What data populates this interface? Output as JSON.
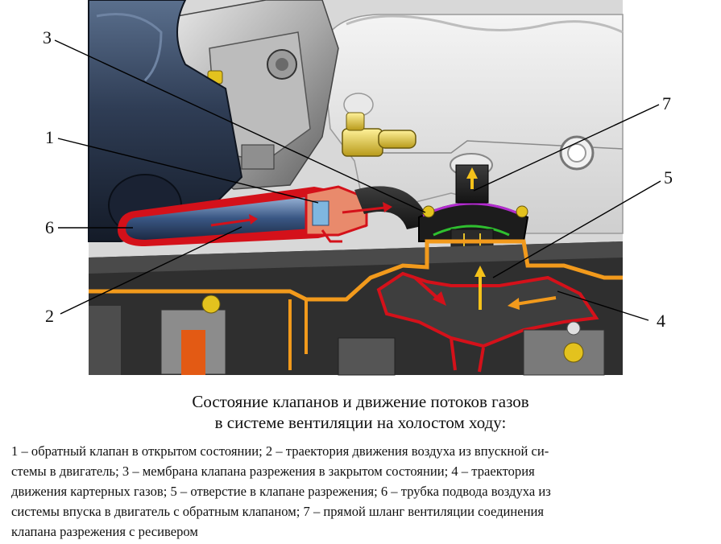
{
  "callouts": {
    "c1": "1",
    "c2": "2",
    "c3": "3",
    "c4": "4",
    "c5": "5",
    "c6": "6",
    "c7": "7"
  },
  "caption": {
    "line1": "Состояние клапанов и движение потоков газов",
    "line2": "в системе вентиляции на холостом ходу:"
  },
  "legend": {
    "line1": "1 – обратный клапан в открытом состоянии; 2 – траектория движения воздуха из впускной си-",
    "line2": "стемы в двигатель; 3 – мембрана клапана разрежения в закрытом состоянии; 4 – траектория",
    "line3": "движения картерных газов; 5 – отверстие в клапане разрежения; 6 – трубка подвода воздуха из",
    "line4": "системы впуска в двигатель с обратным клапаном; 7 – прямой шланг вентиляции соединения",
    "line5": "клапана разрежения с ресивером"
  },
  "colors": {
    "red_arrow": "#d4111a",
    "orange_channel": "#f29a1c",
    "yellow_arrow": "#f5c21a",
    "hose_blue": "#2d3b52",
    "membrane_magenta": "#b32ccf",
    "spring_yellow": "#e6c12a",
    "green_seal": "#2fbf2f"
  }
}
